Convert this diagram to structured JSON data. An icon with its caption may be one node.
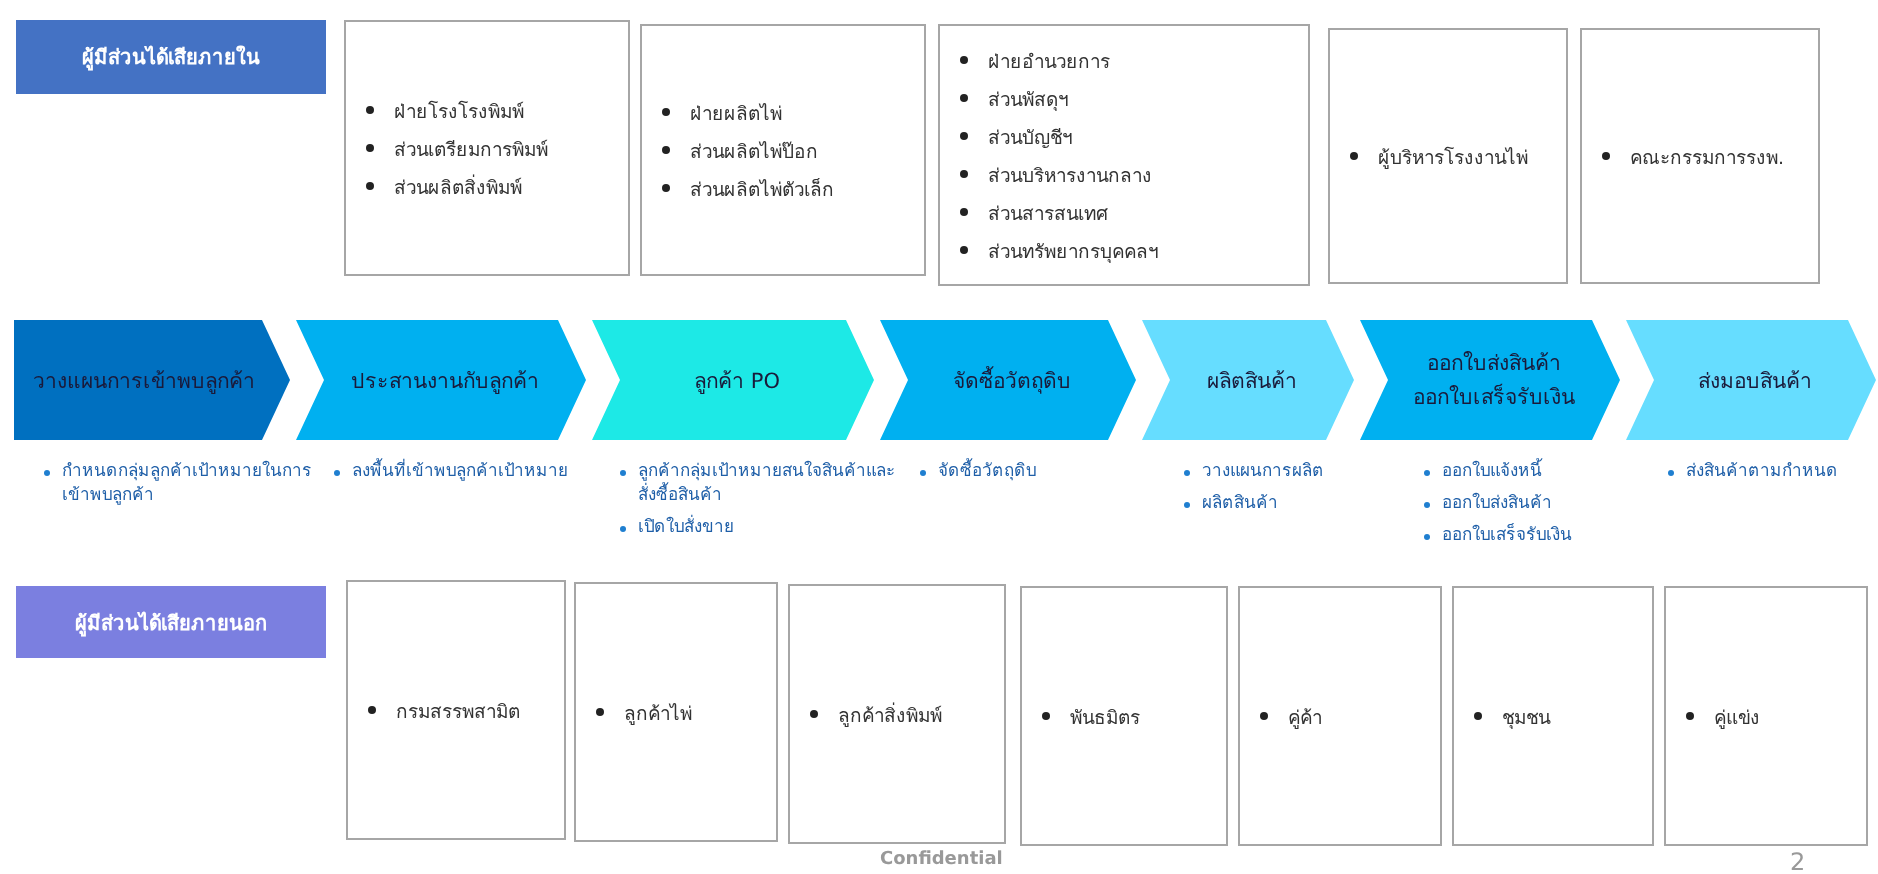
{
  "diagram": {
    "nodes": [
      {
        "text": [
          "ผู้มีส่วนได้เสียภายใน"
        ]
      },
      {
        "text": [
          "ฝ่ายโรงโรงพิมพ์",
          "ส่วนเตรียมการพิมพ์",
          "ส่วนผลิตสิ่งพิมพ์"
        ]
      },
      {
        "text": [
          "ฝ่ายผลิตไพ่",
          "ส่วนผลิตไพ่ป๊อก",
          "ส่วนผลิตไพ่ตัวเล็ก"
        ]
      },
      {
        "text": [
          "ฝ่ายอำนวยการ",
          "ส่วนพัสดุฯ",
          "ส่วนบัญชีฯ",
          "ส่วนบริหารงานกลาง",
          "ส่วนสารสนเทศ",
          "ส่วนทรัพยากรบุคคลฯ"
        ]
      },
      {
        "text": [
          "ผู้บริหารโรงงานไพ่"
        ]
      },
      {
        "text": [
          "คณะกรรมการรงพ."
        ]
      },
      {
        "text": [
          "วางแผนการเข้าพบลูกค้า"
        ],
        "beside": [
          "กำหนดกลุ่มลูกค้าเป้าหมายในการเข้าพบลูกค้า"
        ]
      },
      {
        "text": [
          "ประสานงานกับลูกค้า"
        ],
        "beside": [
          "ลงพื้นที่เข้าพบลูกค้าเป้าหมาย"
        ]
      },
      {
        "text": [
          "ลูกค้า PO"
        ],
        "beside": [
          "ลูกค้ากลุ่มเป้าหมายสนใจสินค้าและสั่งซื้อสินค้า",
          "เปิดใบสั่งขาย"
        ]
      },
      {
        "text": [
          "จัดซื้อวัตถุดิบ"
        ],
        "beside": [
          "จัดซื้อวัตถุดิบ"
        ]
      },
      {
        "text": [
          "ผลิตสินค้า"
        ],
        "beside": [
          "วางแผนการผลิต",
          "ผลิตสินค้า"
        ]
      },
      {
        "text": [
          "ออกใบส่งสินค้า",
          "ออกใบเสร็จรับเงิน"
        ],
        "beside": [
          "ออกใบแจ้งหนี้",
          "ออกใบส่งสินค้า",
          "ออกใบเสร็จรับเงิน"
        ]
      },
      {
        "text": [
          "ส่งมอบสินค้า"
        ],
        "beside": [
          "ส่งสินค้าตามกำหนด"
        ]
      },
      {
        "text": [
          "ผู้มีส่วนได้เสียภายนอก"
        ]
      },
      {
        "text": [
          "กรมสรรพสามิต"
        ]
      },
      {
        "text": [
          "ลูกค้าไพ่"
        ]
      },
      {
        "text": [
          "ลูกค้าสิ่งพิมพ์"
        ]
      },
      {
        "text": [
          "พันธมิตร"
        ]
      },
      {
        "text": [
          "คู่ค้า"
        ]
      },
      {
        "text": [
          "ชุมชน"
        ]
      },
      {
        "text": [
          "คู่แข่ง"
        ]
      }
    ],
    "edges": [],
    "labels": [
      "Confidential",
      "2"
    ]
  }
}
